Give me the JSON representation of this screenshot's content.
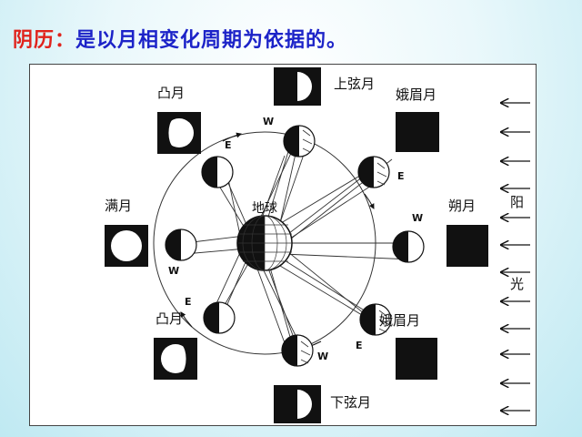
{
  "heading": {
    "term": "阴历：",
    "rest": "是以月相变化周期为依据的。"
  },
  "phases": {
    "first_quarter": "上弦月",
    "waxing_crescent": "娥眉月",
    "new_moon": "朔月",
    "waning_crescent": "娥眉月",
    "last_quarter": "下弦月",
    "gibbous_upper": "凸月",
    "full_moon": "满月",
    "gibbous_lower": "凸月"
  },
  "earth": "地球",
  "sunlight": {
    "char1": "阳",
    "char2": "光"
  },
  "directions": {
    "west": "W",
    "east": "E"
  }
}
